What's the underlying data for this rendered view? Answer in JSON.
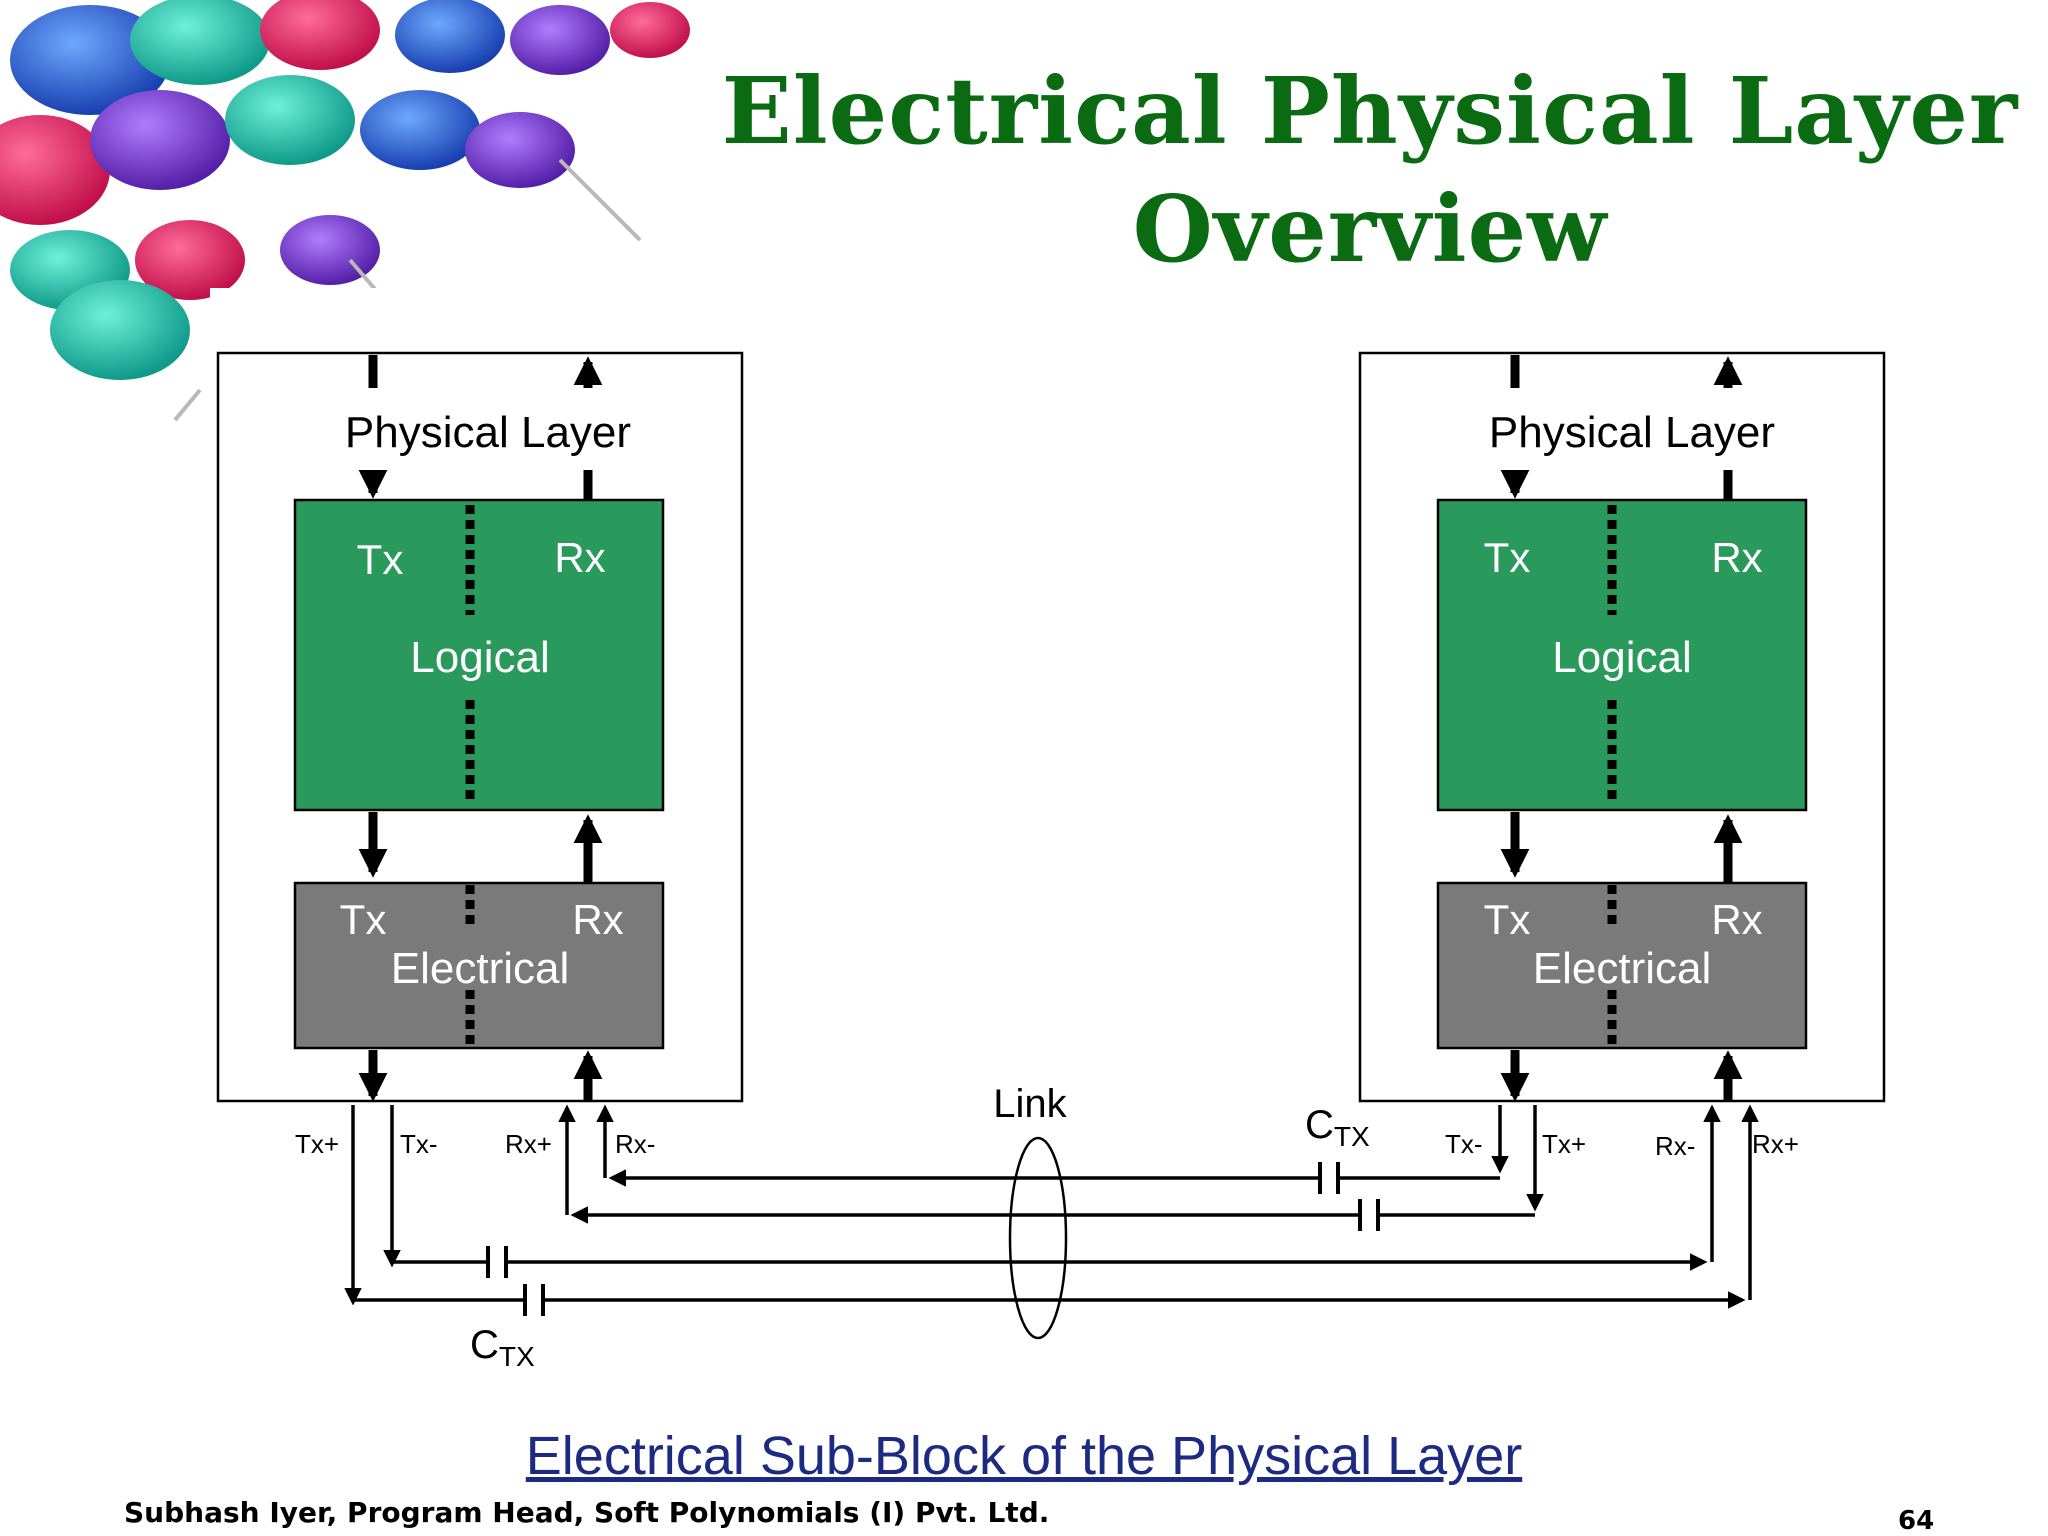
{
  "slide": {
    "title_line1": "Electrical Physical Layer",
    "title_line2": "Overview",
    "caption": "Electrical Sub-Block of the Physical Layer",
    "footer": "Subhash Iyer, Program Head, Soft Polynomials (I) Pvt. Ltd.",
    "page_number": "64"
  },
  "diagram": {
    "left_device": {
      "physical_layer_label": "Physical Layer",
      "logical": {
        "tx": "Tx",
        "rx": "Rx",
        "label": "Logical"
      },
      "electrical": {
        "tx": "Tx",
        "rx": "Rx",
        "label": "Electrical"
      },
      "pins": {
        "tx_plus": "Tx+",
        "tx_minus": "Tx-",
        "rx_plus": "Rx+",
        "rx_minus": "Rx-"
      }
    },
    "right_device": {
      "physical_layer_label": "Physical Layer",
      "logical": {
        "tx": "Tx",
        "rx": "Rx",
        "label": "Logical"
      },
      "electrical": {
        "tx": "Tx",
        "rx": "Rx",
        "label": "Electrical"
      },
      "pins": {
        "tx_minus": "Tx-",
        "tx_plus": "Tx+",
        "rx_minus": "Rx-",
        "rx_plus": "Rx+"
      }
    },
    "link_label": "Link",
    "capacitor_label": "C",
    "capacitor_subscript": "TX"
  },
  "colors": {
    "title": "#0a6b13",
    "logical_fill": "#2a9a5c",
    "electrical_fill": "#7a7a7a",
    "caption": "#1d2a82"
  }
}
